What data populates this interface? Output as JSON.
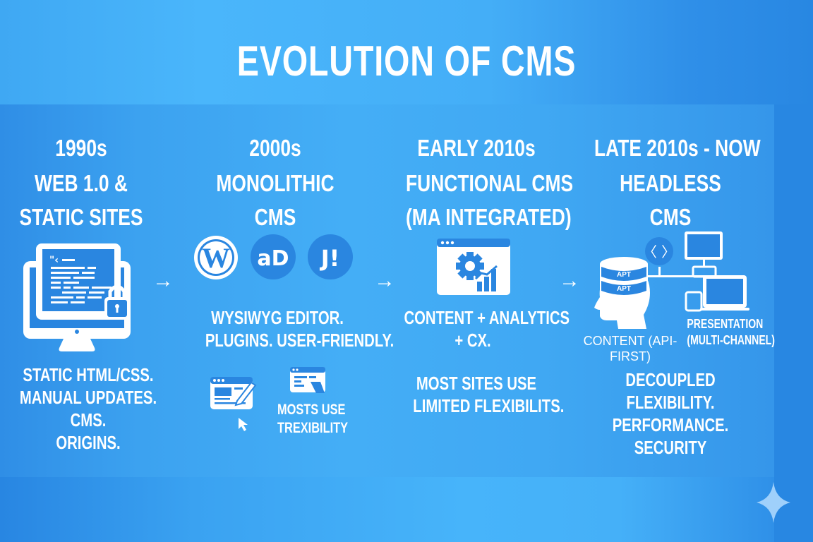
{
  "title": "EVOLUTION OF CMS",
  "colors": {
    "background_light": "#48b4fa",
    "background_dark": "#2887e2",
    "icon_blue": "#2a86e0",
    "text": "#ffffff",
    "sparkle": "#9fd0fb"
  },
  "stages": [
    {
      "era": "1990s",
      "title_lines": [
        "WEB 1.0 &",
        "STATIC SITES"
      ],
      "icon": "monitor-code-lock-icon",
      "description_lines": [
        "STATIC HTML/CSS.",
        "MANUAL UPDATES.",
        "CMS.",
        "ORIGINS."
      ]
    },
    {
      "era": "2000s",
      "title_lines": [
        "MONOLITHIC",
        "CMS"
      ],
      "logos": [
        {
          "icon": "wordpress-logo-icon",
          "text": "W"
        },
        {
          "icon": "drupal-logo-icon",
          "text": "aD"
        },
        {
          "icon": "joomla-logo-icon",
          "text": "J!"
        }
      ],
      "description_lines": [
        "WYSIWYG EDITOR.",
        "PLUGINS. USER-FRIENDLY."
      ],
      "sub_icons": [
        "editor-window-pencil-icon",
        "layout-window-icon"
      ],
      "sub_note_lines": [
        "MOSTS USE",
        "TREXIBILITY"
      ]
    },
    {
      "era": "EARLY 2010s",
      "title_lines": [
        "FUNCTIONAL CMS",
        "(MA INTEGRATED)"
      ],
      "icon": "window-gear-chart-icon",
      "description_lines": [
        "CONTENT + ANALYTICS",
        "+ CX."
      ],
      "note_lines": [
        "MOST SITES USE",
        "LIMITED FLEXIBILITS."
      ]
    },
    {
      "era": "LATE 2010s - NOW",
      "title_lines": [
        "HEADLESS",
        "CMS"
      ],
      "icon": "headless-architecture-icon",
      "diagram": {
        "database_labels": [
          "APT",
          "APT"
        ],
        "api_symbol": "〈 〉",
        "content_label": "CONTENT (API-FIRST)",
        "presentation_label_lines": [
          "PRESENTATION",
          "(MULTI-CHANNEL)"
        ]
      },
      "description_lines": [
        "DECOUPLED",
        "FLEXIBILITY.",
        "PERFORMANCE.",
        "SECURITY"
      ]
    }
  ],
  "arrows": [
    "→",
    "→",
    "→"
  ]
}
